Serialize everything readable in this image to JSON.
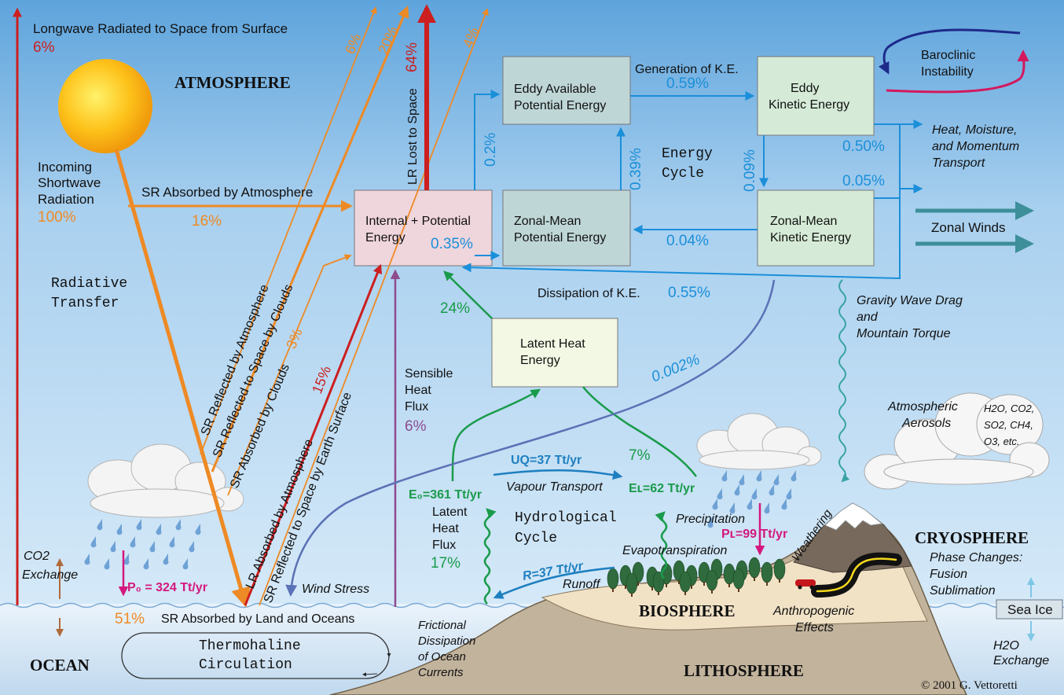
{
  "colors": {
    "shortwave": "#ee8a25",
    "longwave": "#cc1f1f",
    "energy_cycle": "#1b8fd9",
    "latent": "#1a9b4b",
    "sensible": "#8e4b8e",
    "water_flux": "#d4187e",
    "hydro_blue": "#1e7fc0",
    "zonal": "#3d8f9a",
    "sky_top": "#5ea4dc",
    "ocean": "#c4dcef",
    "land": "#c2b39c"
  },
  "labels": {
    "longwave_surface": "Longwave Radiated to Space from Surface",
    "longwave_surface_pct": "6%",
    "atmosphere": "ATMOSPHERE",
    "incoming_1": "Incoming",
    "incoming_2": "Shortwave",
    "incoming_3": "Radiation",
    "incoming_pct": "100%",
    "sr_absorbed_atm": "SR Absorbed by Atmosphere",
    "sr_absorbed_atm_pct": "16%",
    "radiative_1": "Radiative",
    "radiative_2": "Transfer",
    "sr_refl_atm": "SR Reflected by Atmosphere",
    "sr_refl_atm_pct": "6%",
    "sr_refl_clouds": "SR Reflected to Space by Clouds",
    "sr_refl_clouds_pct": "20%",
    "sr_abs_clouds": "SR Absorbed by Clouds",
    "sr_abs_clouds_pct": "3%",
    "lr_abs_atm": "LR Absorbed by Atmosphere",
    "lr_abs_atm_pct": "15%",
    "sr_refl_earth": "SR Reflected to Space by Earth Surface",
    "sr_refl_earth_pct": "4%",
    "lr_lost": "LR Lost to Space",
    "lr_lost_pct": "64%",
    "internal_1": "Internal + Potential",
    "internal_2": "Energy",
    "internal_pct": "0.35%",
    "eddy_ape_1": "Eddy Available",
    "eddy_ape_2": "Potential Energy",
    "eddy_ke_1": "Eddy",
    "eddy_ke_2": "Kinetic Energy",
    "zm_pe_1": "Zonal-Mean",
    "zm_pe_2": "Potential Energy",
    "zm_ke_1": "Zonal-Mean",
    "zm_ke_2": "Kinetic Energy",
    "gen_ke": "Generation of K.E.",
    "gen_ke_pct": "0.59%",
    "pct_02": "0.2%",
    "pct_039": "0.39%",
    "pct_009": "0.09%",
    "pct_004": "0.04%",
    "energy_1": "Energy",
    "energy_2": "Cycle",
    "baroclinic_1": "Baroclinic",
    "baroclinic_2": "Instability",
    "heat_1": "Heat, Moisture,",
    "heat_2": "and Momentum",
    "heat_3": "Transport",
    "pct_050": "0.50%",
    "pct_005": "0.05%",
    "zonal_winds": "Zonal Winds",
    "dissipation": "Dissipation of K.E.",
    "dissipation_pct": "0.55%",
    "gravity_1": "Gravity Wave Drag",
    "gravity_2": "and",
    "gravity_3": "Mountain Torque",
    "latent_energy_1": "Latent Heat",
    "latent_energy_2": "Energy",
    "latent_pct_24": "24%",
    "sensible_1": "Sensible",
    "sensible_2": "Heat",
    "sensible_3": "Flux",
    "sensible_pct": "6%",
    "pct_0002": "0.002%",
    "aerosols_1": "Atmospheric",
    "aerosols_2": "Aerosols",
    "gases_1": "H2O, CO2,",
    "gases_2": "SO2, CH4,",
    "gases_3": "O3, etc.",
    "uq": "UQ=37 Tt/yr",
    "vapour": "Vapour Transport",
    "pct_7": "7%",
    "eo": "E₀=361 Tt/yr",
    "el": "Eʟ=62 Tt/yr",
    "latent_flux_1": "Latent",
    "latent_flux_2": "Heat",
    "latent_flux_3": "Flux",
    "latent_flux_pct": "17%",
    "hydro_1": "Hydrological",
    "hydro_2": "Cycle",
    "precip": "Precipitation",
    "pl": "Pʟ=99 Tt/yr",
    "weathering": "Weathering",
    "evapo": "Evapotranspiration",
    "r": "R=37 Tt/yr",
    "runoff": "Runoff",
    "cryosphere": "CRYOSPHERE",
    "phase_1": "Phase Changes:",
    "phase_2": "Fusion",
    "phase_3": "Sublimation",
    "co2_1": "CO2",
    "co2_2": "Exchange",
    "po": "P₀ = 324 Tt/yr",
    "wind_stress": "Wind Stress",
    "sr_abs_land_pct": "51%",
    "sr_abs_land": "SR Absorbed by Land and Oceans",
    "biosphere": "BIOSPHERE",
    "anthro_1": "Anthropogenic",
    "anthro_2": "Effects",
    "sea_ice": "Sea Ice",
    "h2o_1": "H2O",
    "h2o_2": "Exchange",
    "ocean": "OCEAN",
    "thermo_1": "Thermohaline",
    "thermo_2": "Circulation",
    "frict_1": "Frictional",
    "frict_2": "Dissipation",
    "frict_3": "of Ocean",
    "frict_4": "Currents",
    "lithosphere": "LITHOSPHERE",
    "copyright": "© 2001 G. Vettoretti"
  }
}
